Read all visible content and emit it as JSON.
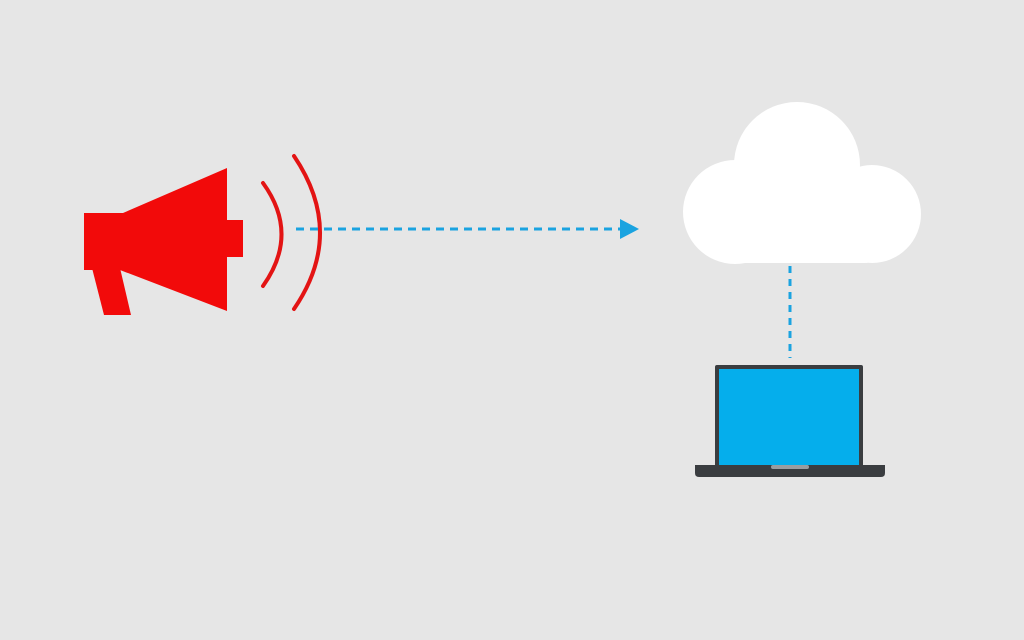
{
  "diagram": {
    "nodes": [
      {
        "id": "megaphone",
        "icon": "megaphone-icon"
      },
      {
        "id": "cloud",
        "icon": "cloud-icon"
      },
      {
        "id": "laptop",
        "icon": "laptop-icon"
      }
    ],
    "edges": [
      {
        "from": "megaphone",
        "to": "cloud",
        "style": "dashed",
        "arrow": true
      },
      {
        "from": "cloud",
        "to": "laptop",
        "style": "dashed",
        "arrow": false
      }
    ],
    "colors": {
      "background": "#e6e6e6",
      "megaphone": "#f20a0a",
      "connector": "#1aa3e0",
      "cloud": "#ffffff",
      "laptop_screen": "#05aeec",
      "laptop_frame": "#3a3d40"
    }
  }
}
